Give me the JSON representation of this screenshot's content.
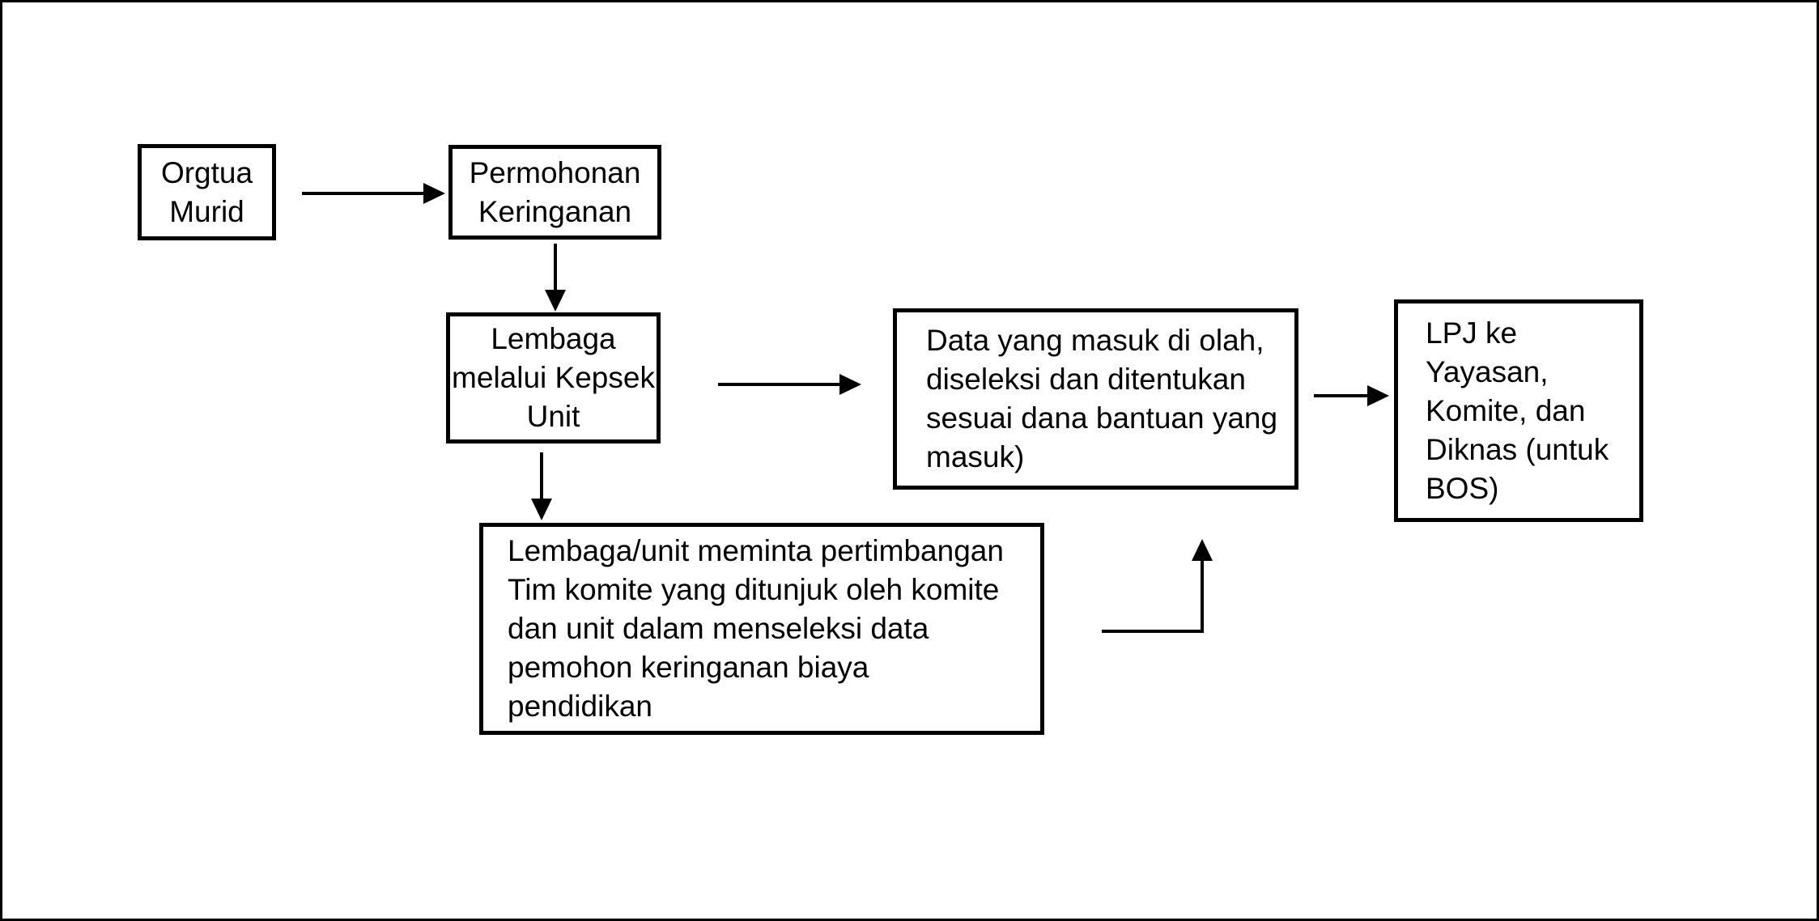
{
  "diagram": {
    "colors": {
      "ink": "#000000",
      "background": "#ffffff"
    },
    "nodes": {
      "orgtua_murid": {
        "label": "Orgtua\nMurid"
      },
      "permohonan_keringanan": {
        "label": "Permohonan\nKeringanan"
      },
      "lembaga_kepsek": {
        "label": "Lembaga\nmelalui Kepsek\nUnit"
      },
      "data_diolah": {
        "label": "Data yang masuk di olah,\ndiseleksi dan ditentukan\nsesuai dana bantuan yang\nmasuk)"
      },
      "lpj": {
        "label": "LPJ ke\nYayasan,\nKomite, dan\nDiknas (untuk\nBOS)"
      },
      "pertimbangan": {
        "label": "Lembaga/unit meminta pertimbangan\nTim komite yang ditunjuk oleh komite\ndan unit dalam menseleksi data\npemohon keringanan biaya\npendidikan"
      }
    },
    "edges": [
      {
        "from": "orgtua_murid",
        "to": "permohonan_keringanan"
      },
      {
        "from": "permohonan_keringanan",
        "to": "lembaga_kepsek"
      },
      {
        "from": "lembaga_kepsek",
        "to": "data_diolah"
      },
      {
        "from": "lembaga_kepsek",
        "to": "pertimbangan"
      },
      {
        "from": "pertimbangan",
        "to": "data_diolah"
      },
      {
        "from": "data_diolah",
        "to": "lpj"
      }
    ]
  }
}
